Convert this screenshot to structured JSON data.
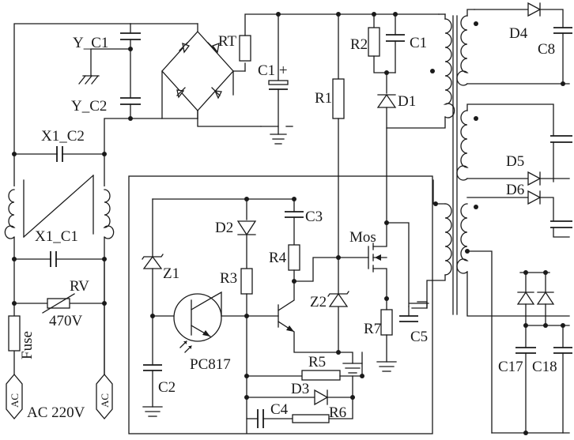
{
  "labels": {
    "y_c1": "Y_C1",
    "y_c2": "Y_C2",
    "rt": "RT",
    "c1_bulk": "C1 +",
    "r2": "R2",
    "c1_snubber": "C1",
    "r1": "R1",
    "d1": "D1",
    "d4": "D4",
    "c8": "C8",
    "d5": "D5",
    "d6": "D6",
    "x1_c2": "X1_C2",
    "x1_c1": "X1_C1",
    "rv": "RV",
    "rv_value": "470V",
    "fuse": "Fuse",
    "ac_left": "AC",
    "ac_right": "AC",
    "ac_voltage": "AC 220V",
    "z1": "Z1",
    "d2": "D2",
    "c3": "C3",
    "r4": "R4",
    "r3": "R3",
    "mos": "Mos",
    "z2": "Z2",
    "pc817": "PC817",
    "r7": "R7",
    "c5": "C5",
    "c2_low": "C2",
    "r5": "R5",
    "d3": "D3",
    "c4": "C4",
    "r6": "R6",
    "c17": "C17",
    "c18": "C18"
  }
}
